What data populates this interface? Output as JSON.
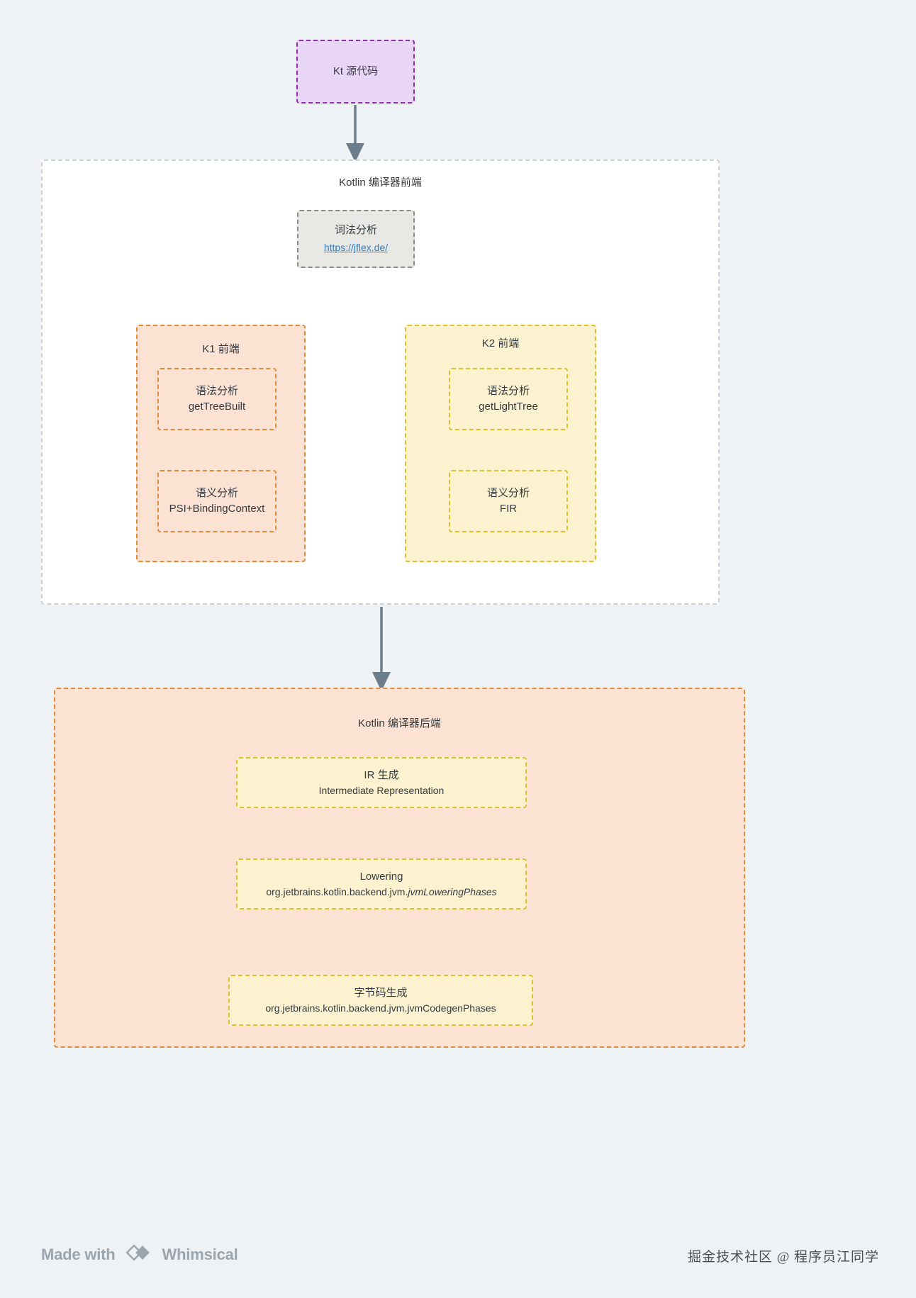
{
  "diagram": {
    "source_node": {
      "label": "Kt 源代码"
    },
    "frontend": {
      "title": "Kotlin 编译器前端",
      "lexical": {
        "title": "词法分析",
        "link": "https://jflex.de/"
      },
      "k1": {
        "title": "K1 前端",
        "syntax": {
          "title": "语法分析",
          "sub": "getTreeBuilt"
        },
        "semantic": {
          "title": "语义分析",
          "sub": "PSI+BindingContext"
        }
      },
      "k2": {
        "title": "K2 前端",
        "syntax": {
          "title": "语法分析",
          "sub": "getLightTree"
        },
        "semantic": {
          "title": "语义分析",
          "sub": "FIR"
        }
      }
    },
    "backend": {
      "title": "Kotlin 编译器后端",
      "ir": {
        "title": "IR 生成",
        "sub": "Intermediate Representation"
      },
      "lowering": {
        "title": "Lowering",
        "sub_plain": "org.jetbrains.kotlin.backend.jvm.",
        "sub_italic": "jvmLoweringPhases"
      },
      "codegen": {
        "title": "字节码生成",
        "sub": "org.jetbrains.kotlin.backend.jvm.jvmCodegenPhases"
      }
    }
  },
  "footer": {
    "made_with": "Made with",
    "brand": "Whimsical",
    "logo_icon": "whimsical-diamond-icon",
    "attribution": "掘金技术社区 @ 程序员江同学"
  },
  "colors": {
    "background": "#eef2f5",
    "purple_fill": "#e9d5f5",
    "purple_border": "#8b2fa8",
    "grey_fill": "#e8e8e4",
    "grey_border": "#8a8a8a",
    "orange_fill": "#fbe2d2",
    "orange_border": "#e08a3c",
    "yellow_fill": "#fdf2cf",
    "yellow_border": "#ddc02c",
    "link": "#2f7fc4",
    "arrow": "#6c7d8c"
  }
}
